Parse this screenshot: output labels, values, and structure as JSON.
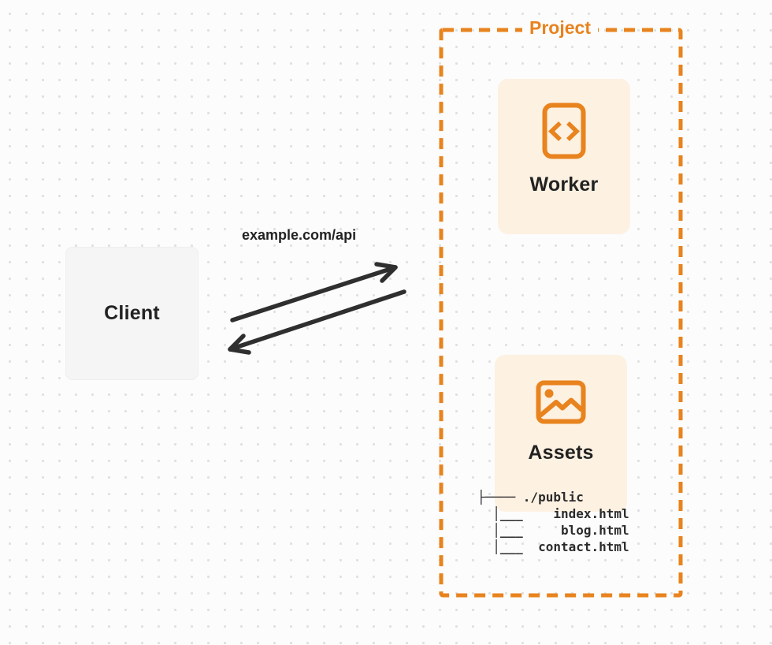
{
  "diagram": {
    "client": {
      "label": "Client"
    },
    "request": {
      "label": "example.com/api"
    },
    "project": {
      "label": "Project",
      "worker": {
        "label": "Worker",
        "icon": "code-file-icon"
      },
      "assets": {
        "label": "Assets",
        "icon": "image-icon"
      },
      "tree": {
        "lines": [
          "├──── ./public",
          "  │___    index.html",
          "  │___     blog.html",
          "  │___  contact.html"
        ]
      }
    }
  },
  "colors": {
    "accent": "#E8831E",
    "panel_fill": "#FDF1E2",
    "client_fill": "#F5F5F6",
    "text_dark": "#222222",
    "arrow": "#2F2F2F",
    "background": "#FCFCFC",
    "dot_grid": "#E0E0E0"
  }
}
